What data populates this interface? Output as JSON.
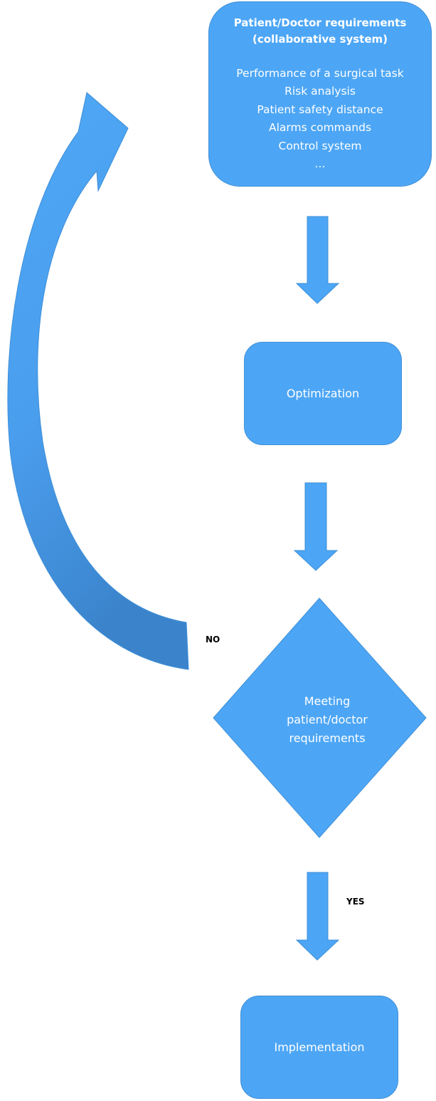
{
  "requirements": {
    "title_line1": "Patient/Doctor requirements",
    "title_line2": "(collaborative system)",
    "items": [
      "Performance of a surgical task",
      "Risk analysis",
      "Patient safety distance",
      "Alarms commands",
      "Control system",
      "..."
    ]
  },
  "optimization": {
    "label": "Optimization"
  },
  "decision": {
    "line1": "Meeting",
    "line2": "patient/doctor",
    "line3": "requirements"
  },
  "branches": {
    "no": "NO",
    "yes": "YES"
  },
  "implementation": {
    "label": "Implementation"
  },
  "colors": {
    "shape_fill": "#4da6f5",
    "loop_arrow_dark": "#3d86cf",
    "text": "#ffffff"
  }
}
